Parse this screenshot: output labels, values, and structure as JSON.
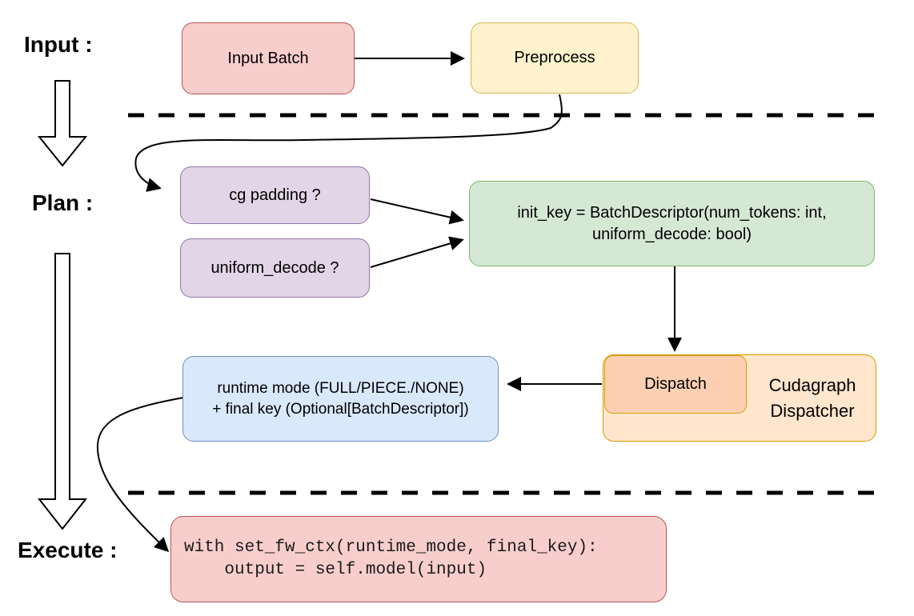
{
  "sections": {
    "input_label": "Input :",
    "plan_label": "Plan :",
    "execute_label": "Execute :"
  },
  "nodes": {
    "input_batch": "Input Batch",
    "preprocess": "Preprocess",
    "cg_padding": "cg padding ?",
    "uniform_decode": "uniform_decode ?",
    "init_key_line1": "init_key = BatchDescriptor(num_tokens: int,",
    "init_key_line2": "uniform_decode: bool)",
    "dispatch": "Dispatch",
    "cudagraph_line1": "Cudagraph",
    "cudagraph_line2": "Dispatcher",
    "runtime_line1": "runtime mode (FULL/PIECE./NONE)",
    "runtime_line2": "+ final key (Optional[BatchDescriptor])",
    "code_line1": "with set_fw_ctx(runtime_mode, final_key):",
    "code_line2": "    output = self.model(input)"
  },
  "colors": {
    "red_fill": "#f8cecc",
    "red_stroke": "#b85450",
    "yellow_fill": "#fff2cc",
    "yellow_stroke": "#d6b656",
    "purple_fill": "#e1d5e7",
    "purple_stroke": "#9673a6",
    "green_fill": "#d5e8d4",
    "green_stroke": "#82b366",
    "blue_fill": "#dae8fc",
    "blue_stroke": "#6c8ebf",
    "orange_fill": "#ffe6cc",
    "orange_stroke": "#d79b00",
    "dispatch_fill": "#fdd0b3",
    "connector": "#000000",
    "background": "#ffffff"
  }
}
